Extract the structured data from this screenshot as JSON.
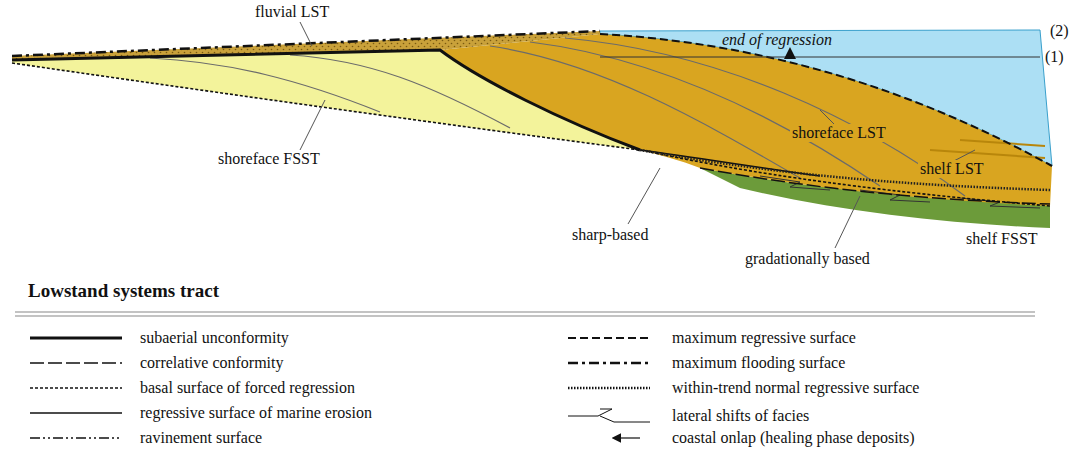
{
  "diagram": {
    "title": "Lowstand systems tract",
    "labels": [
      "fluvial LST",
      "end of regression",
      "(1)",
      "(2)",
      "shoreface FSST",
      "shoreface LST",
      "shelf LST",
      "shelf FSST",
      "sharp-based",
      "gradationally based"
    ],
    "legend": [
      {
        "text": "subaerial unconformity"
      },
      {
        "text": "correlative conformity"
      },
      {
        "text": "basal surface of forced regression"
      },
      {
        "text": "regressive surface of marine erosion"
      },
      {
        "text": "ravinement surface"
      },
      {
        "text": "maximum regressive surface"
      },
      {
        "text": "maximum flooding surface"
      },
      {
        "text": "within-trend normal regressive surface"
      },
      {
        "text": "lateral shifts of facies"
      },
      {
        "text": "coastal onlap (healing phase deposits)"
      }
    ]
  }
}
